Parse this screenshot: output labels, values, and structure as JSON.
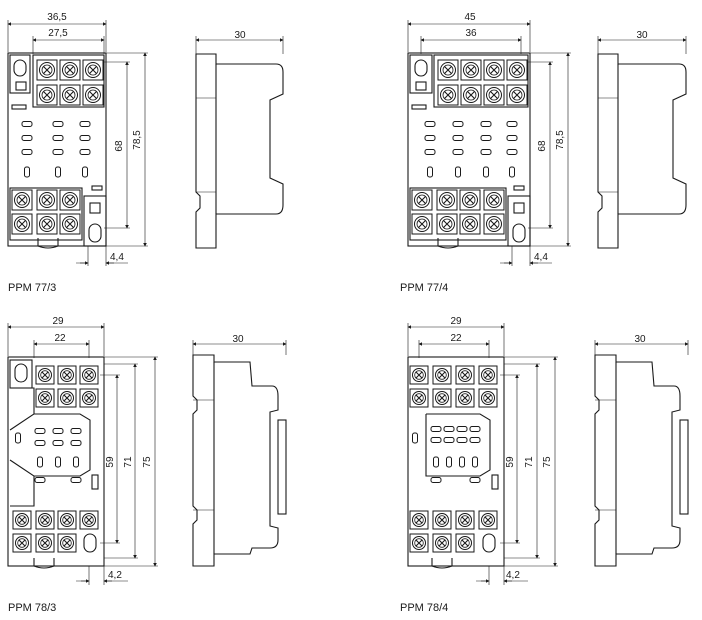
{
  "diagrams": [
    {
      "caption": "PPM 77/3",
      "dims": {
        "outer_width": "36,5",
        "inner_width": "27,5",
        "side_width": "30",
        "h_inner": "68",
        "h_outer": "78,5",
        "offset": "4,4"
      }
    },
    {
      "caption": "PPM 77/4",
      "dims": {
        "outer_width": "45",
        "inner_width": "36",
        "side_width": "30",
        "h_inner": "68",
        "h_outer": "78,5",
        "offset": "4,4"
      }
    },
    {
      "caption": "PPM 78/3",
      "dims": {
        "outer_width": "29",
        "inner_width": "22",
        "side_width": "30",
        "h_inner": "59",
        "h_mid": "71",
        "h_outer": "75",
        "offset": "4,2"
      }
    },
    {
      "caption": "PPM 78/4",
      "dims": {
        "outer_width": "29",
        "inner_width": "22",
        "side_width": "30",
        "h_inner": "59",
        "h_mid": "71",
        "h_outer": "75",
        "offset": "4,2"
      }
    }
  ]
}
